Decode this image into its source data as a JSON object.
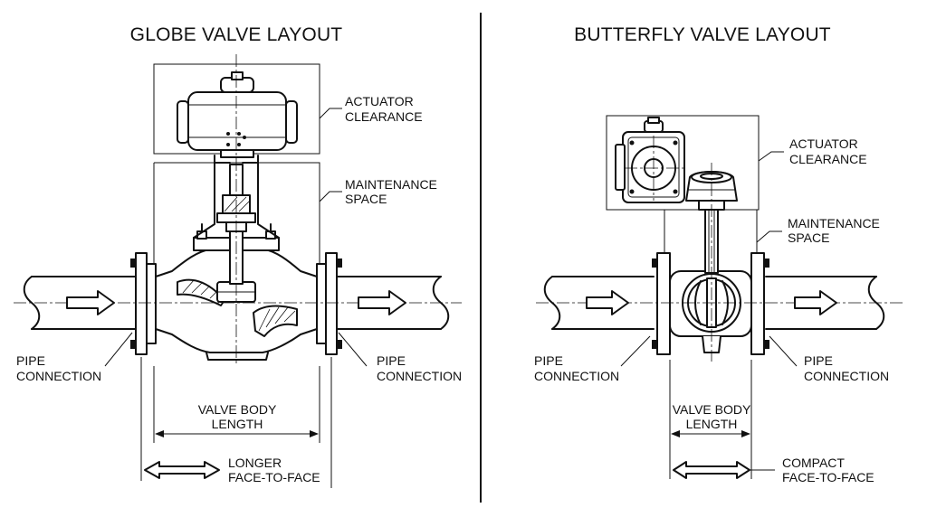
{
  "globe": {
    "title": "GLOBE VALVE LAYOUT",
    "actuator_clearance": [
      "ACTUATOR",
      "CLEARANCE"
    ],
    "maintenance_space": [
      "MAINTENANCE",
      "SPACE"
    ],
    "pipe_connection_left": [
      "PIPE",
      "CONNECTION"
    ],
    "pipe_connection_right": [
      "PIPE",
      "CONNECTION"
    ],
    "valve_body_length": [
      "VALVE BODY",
      "LENGTH"
    ],
    "face_to_face": [
      "LONGER",
      "FACE-TO-FACE"
    ]
  },
  "butterfly": {
    "title": "BUTTERFLY VALVE LAYOUT",
    "actuator_clearance": [
      "ACTUATOR",
      "CLEARANCE"
    ],
    "maintenance_space": [
      "MAINTENANCE",
      "SPACE"
    ],
    "pipe_connection_left": [
      "PIPE",
      "CONNECTION"
    ],
    "pipe_connection_right": [
      "PIPE",
      "CONNECTION"
    ],
    "valve_body_length": [
      "VALVE BODY",
      "LENGTH"
    ],
    "face_to_face": [
      "COMPACT",
      "FACE-TO-FACE"
    ]
  }
}
